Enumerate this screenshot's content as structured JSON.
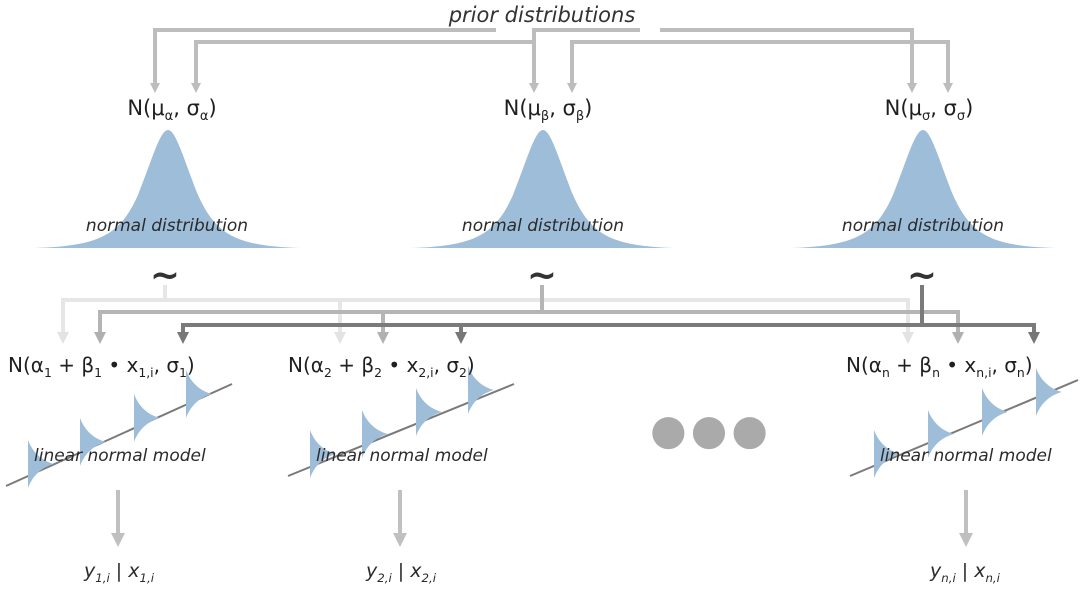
{
  "title": "prior distributions",
  "priors": [
    {
      "prefix": "N(μ",
      "s1": "α",
      "mid": ", σ",
      "s2": "α",
      "suffix": ")"
    },
    {
      "prefix": "N(μ",
      "s1": "β",
      "mid": ",  σ",
      "s2": "β",
      "suffix": ")"
    },
    {
      "prefix": "N(μ",
      "s1": "σ",
      "mid": ", σ",
      "s2": "σ",
      "suffix": ")"
    }
  ],
  "distribution_label": "normal distribution",
  "tilde": "~",
  "models": [
    {
      "a": "N(α",
      "a_sub": "1",
      "b": " + β",
      "b_sub": "1",
      "x": " • x",
      "x_sub": "1,i",
      "s": ", σ",
      "s_sub": "1",
      "end": ")"
    },
    {
      "a": "N(α",
      "a_sub": "2",
      "b": " + β",
      "b_sub": "2",
      "x": " • x",
      "x_sub": "2,i",
      "s": ", σ",
      "s_sub": "2",
      "end": ")"
    },
    {
      "a": "N(α",
      "a_sub": "n",
      "b": " + β",
      "b_sub": "n",
      "x": " • x",
      "x_sub": "n,i",
      "s": ", σ",
      "s_sub": "n",
      "end": ")"
    }
  ],
  "linear_label": "linear normal model",
  "ellipsis": "●●●",
  "outputs": [
    {
      "y": "y",
      "y_sub": "1,i",
      "bar": " | ",
      "x": "x",
      "x_sub": "1,i"
    },
    {
      "y": "y",
      "y_sub": "2,i",
      "bar": " | ",
      "x": "x",
      "x_sub": "2,i"
    },
    {
      "y": "y",
      "y_sub": "n,i",
      "bar": " | ",
      "x": "x",
      "x_sub": "n,i"
    }
  ],
  "colors": {
    "bell": "#9dbdd9",
    "arrow_light": "#e6e6e6",
    "arrow_mid": "#b5b5b5",
    "arrow_dark": "#7a7a7a",
    "top_arrow": "#bdbdbd",
    "ellipsis": "#aaaaaa"
  }
}
